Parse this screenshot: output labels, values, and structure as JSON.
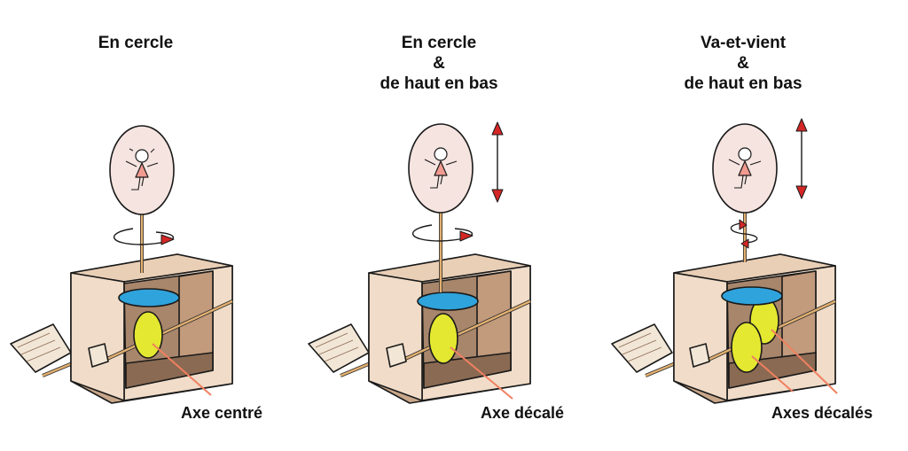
{
  "panels": [
    {
      "title_lines": [
        "En cercle"
      ],
      "caption": "Axe centré"
    },
    {
      "title_lines": [
        "En cercle",
        "&",
        "de haut en bas"
      ],
      "caption": "Axe décalé"
    },
    {
      "title_lines": [
        "Va-et-vient",
        "&",
        "de haut en bas"
      ],
      "caption": "Axes décalés"
    }
  ],
  "colors": {
    "box_face": "#f0dcc8",
    "box_inside": "#c9a78a",
    "box_dark": "#8a6a52",
    "disc_blue": "#2fa3dc",
    "cam_yellow": "#e4e830",
    "rod": "#e2b070",
    "bubble": "#f6e4e0",
    "dress": "#f19a90",
    "arrow_red": "#d42626",
    "pointer_orange": "#f08060",
    "flag": "#f2e6d6"
  }
}
